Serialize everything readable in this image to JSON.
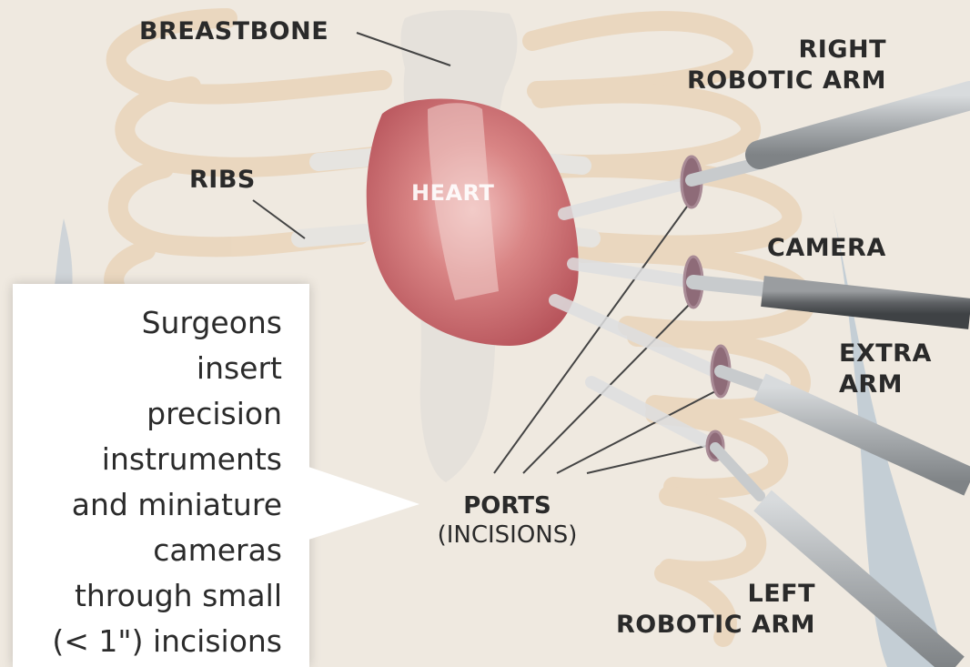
{
  "labels": {
    "breastbone": "BREASTBONE",
    "ribs": "RIBS",
    "heart": "HEART",
    "right_arm_line1": "RIGHT",
    "right_arm_line2": "ROBOTIC ARM",
    "camera": "CAMERA",
    "extra_arm_line1": "EXTRA",
    "extra_arm_line2": "ARM",
    "ports_line1": "PORTS",
    "ports_line2": "(INCISIONS)",
    "left_arm_line1": "LEFT",
    "left_arm_line2": "ROBOTIC ARM"
  },
  "callout": {
    "lines": [
      "Surgeons",
      "insert",
      "precision",
      "instruments",
      "and miniature",
      "cameras",
      "through small",
      "(< 1\") incisions"
    ]
  },
  "colors": {
    "background": "#efe9e0",
    "ribs": "#e9d4b8",
    "heart": "#c9646a",
    "breastbone": "#e4e0da",
    "instrument": "#a9adb0",
    "camera": "#6a6d70",
    "port": "#8e6b78"
  }
}
